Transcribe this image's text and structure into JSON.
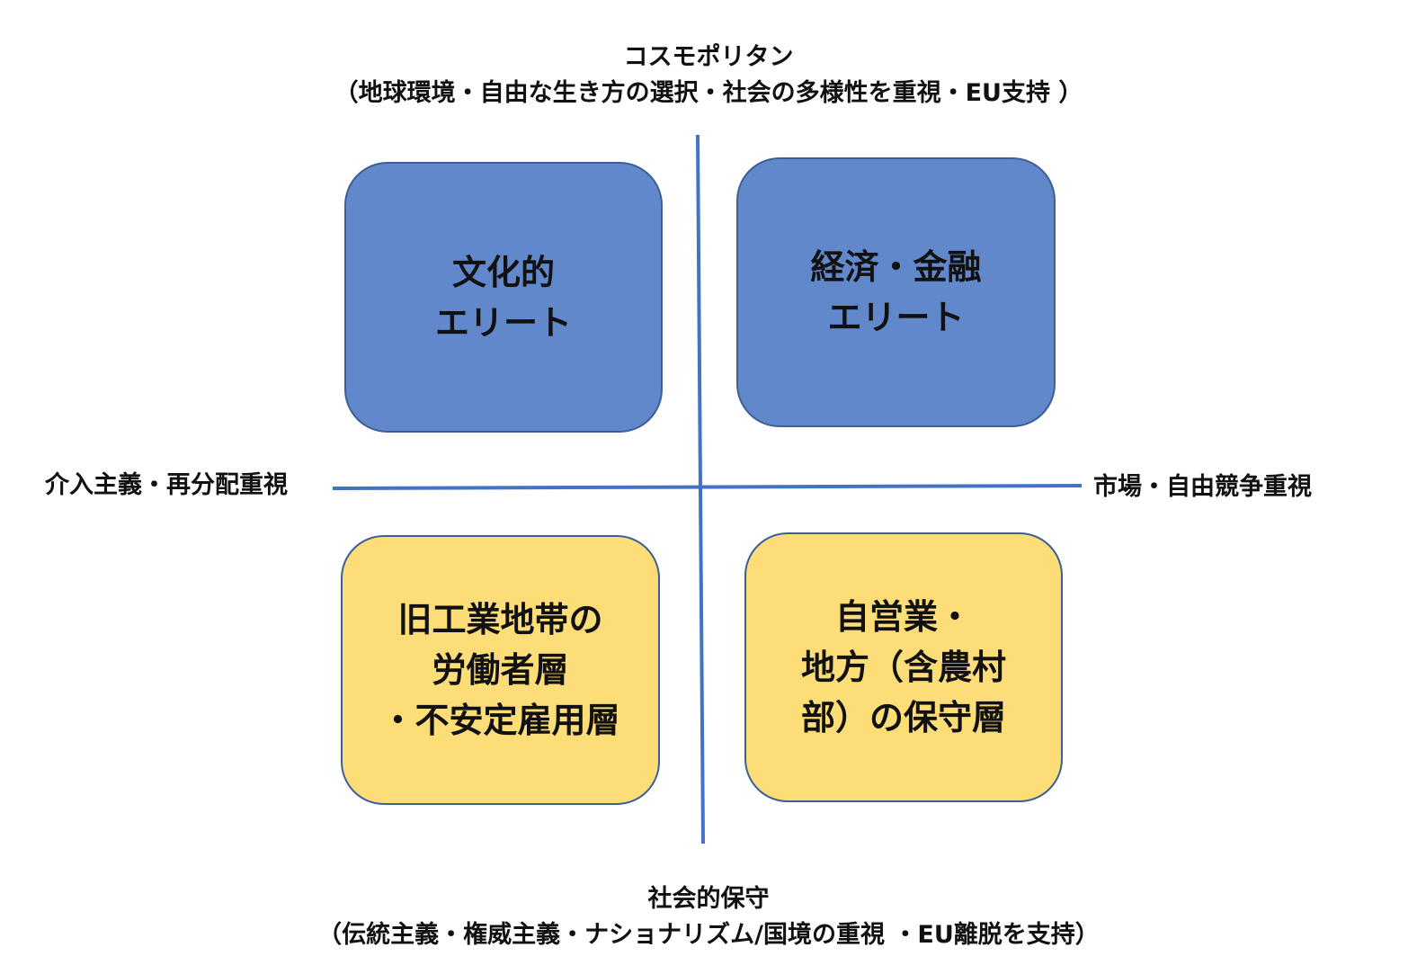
{
  "axes": {
    "top": {
      "line1": "コスモポリタン",
      "line2": "（地球環境・自由な生き方の選択・社会の多様性を重視・EU支持 ）"
    },
    "bottom": {
      "line1": "社会的保守",
      "line2": "（伝統主義・権威主義・ナショナリズム/国境の重視 ・EU離脱を支持）"
    },
    "left": "介入主義・再分配重視",
    "right": "市場・自由競争重視",
    "line_color": "#4472c4"
  },
  "quadrants": {
    "top_left": {
      "text": "文化的\nエリート",
      "color": "#6088cb"
    },
    "top_right": {
      "text": "経済・金融\nエリート",
      "color": "#6088cb"
    },
    "bottom_left": {
      "text": "旧工業地帯の\n労働者層\n・不安定雇用層",
      "color": "#fcdd78"
    },
    "bottom_right": {
      "text": "自営業・\n地方（含農村\n部）の保守層",
      "color": "#fcdd78"
    }
  }
}
